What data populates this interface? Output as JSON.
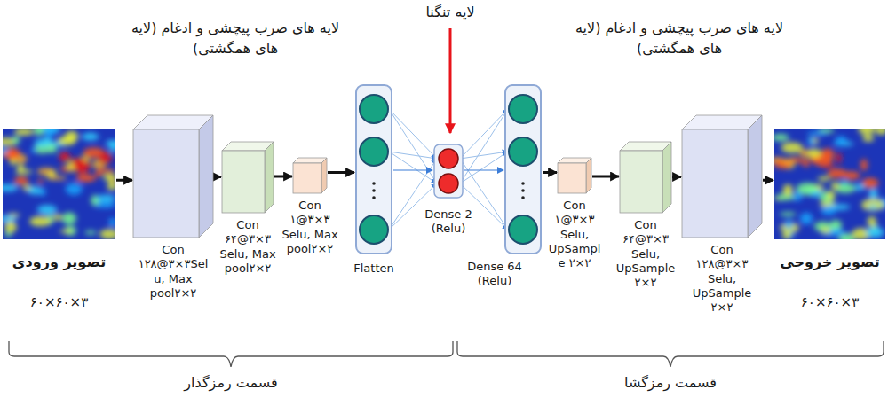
{
  "diagram": {
    "nodes": [
      {
        "text": [
          "تصویر ورودی",
          "۶۰×۶۰×۳"
        ]
      },
      {
        "text": [
          "Con ۱۲۸@۳×۳Selu, Max pool۲×۲"
        ]
      },
      {
        "text": [
          "Con ۶۴@۳×۳ Selu, Max pool۲×۲"
        ]
      },
      {
        "text": [
          "Con ۱@۳×۳ Selu, Max pool۲×۲"
        ]
      },
      {
        "text": [
          "Flatten"
        ]
      },
      {
        "text": [
          "Dense 2 (Relu)"
        ]
      },
      {
        "text": [
          "Dense 64 (Relu)"
        ]
      },
      {
        "text": [
          "Con ۱@۳×۳ Selu, UpSample ۲×۲"
        ]
      },
      {
        "text": [
          "Con ۶۴@۳×۳ Selu, UpSample ۲×۲"
        ]
      },
      {
        "text": [
          "Con ۱۲۸@۳×۳ Selu, UpSample ۲×۲"
        ]
      },
      {
        "text": [
          "تصویر خروجی",
          "۶۰×۶۰×۳"
        ]
      }
    ],
    "edges": [
      {
        "from": 0,
        "to": 1,
        "arrow": "to"
      },
      {
        "from": 1,
        "to": 2,
        "arrow": "to"
      },
      {
        "from": 2,
        "to": 3,
        "arrow": "to"
      },
      {
        "from": 3,
        "to": 4,
        "arrow": "to"
      },
      {
        "from": 4,
        "to": 5,
        "arrow": "to"
      },
      {
        "from": 5,
        "to": 6,
        "arrow": "to"
      },
      {
        "from": 6,
        "to": 7,
        "arrow": "to"
      },
      {
        "from": 7,
        "to": 8,
        "arrow": "to"
      },
      {
        "from": 8,
        "to": 9,
        "arrow": "to"
      },
      {
        "from": 9,
        "to": 10,
        "arrow": "to"
      }
    ],
    "labels": [
      "لایه های ضرب پیچشی و ادغام (لایه های همگشتی)",
      "لایه تنگنا",
      "لایه های ضرب پیچشی و ادغام (لایه های همگشتی)",
      "قسمت رمزگذار",
      "قسمت رمزگشا"
    ]
  }
}
